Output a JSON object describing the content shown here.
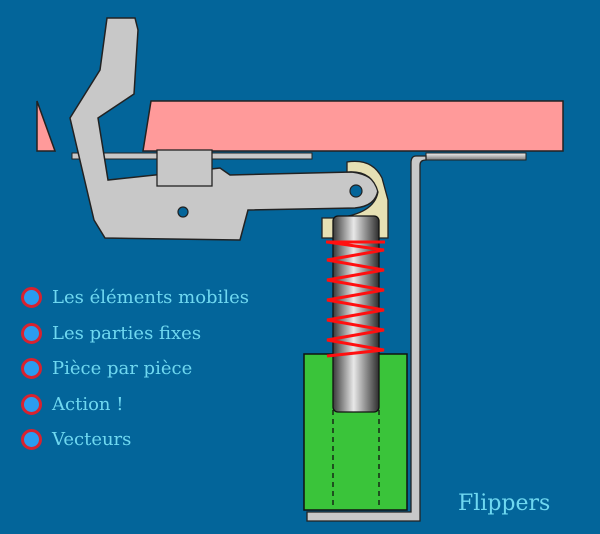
{
  "menu": {
    "items": [
      {
        "label": "Les éléments mobiles"
      },
      {
        "label": "Les parties fixes"
      },
      {
        "label": "Pièce par pièce"
      },
      {
        "label": "Action !"
      },
      {
        "label": "Vecteurs"
      }
    ]
  },
  "footer": {
    "title": "Flippers"
  },
  "colors": {
    "background": "#03659a",
    "playfield": "#ff9a9a",
    "metal": "#c8c8c8",
    "spring": "#ff1010",
    "sleeve": "#3ac43a",
    "bullet_fill": "#2a9cf0",
    "bullet_ring": "#d8222f",
    "label_text": "#6fd8f0"
  }
}
